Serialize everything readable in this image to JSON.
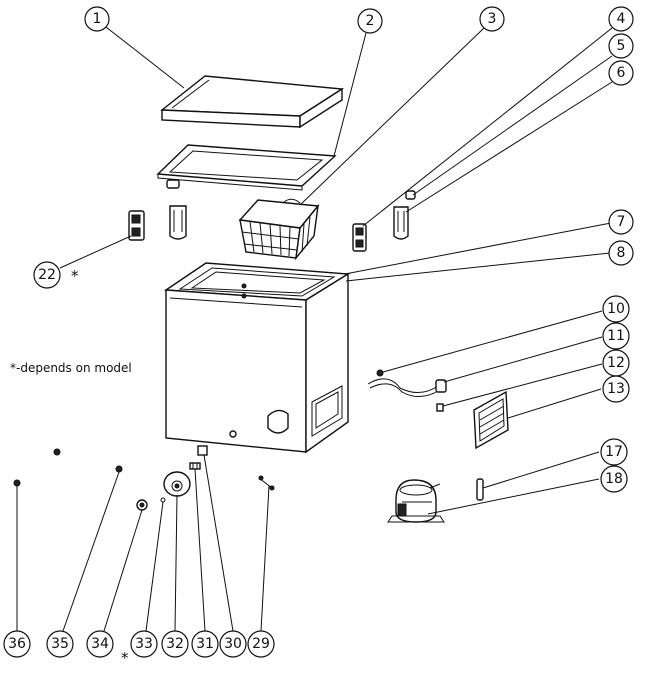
{
  "note": "*-depends on model",
  "callouts": [
    "1",
    "2",
    "3",
    "4",
    "5",
    "6",
    "7",
    "8",
    "10",
    "11",
    "12",
    "13",
    "17",
    "18",
    "22",
    "29",
    "30",
    "31",
    "32",
    "33",
    "34",
    "35",
    "36"
  ],
  "asterisks": [
    "*",
    "*"
  ]
}
